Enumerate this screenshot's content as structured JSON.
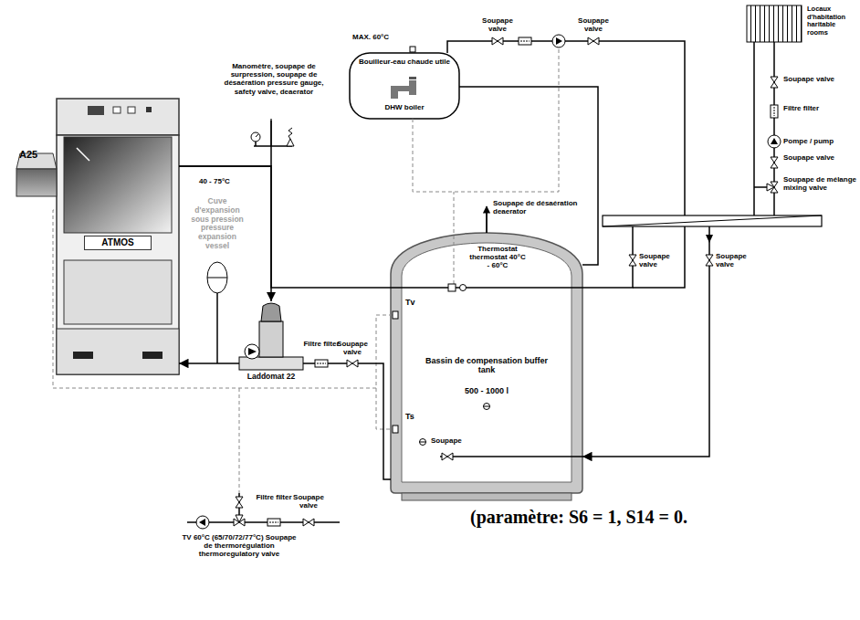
{
  "diagram": {
    "nodes": [
      {
        "text": [
          "ATMOS"
        ]
      },
      {
        "text": [
          "A25"
        ]
      },
      {
        "text": [
          "Bassin de compensation buffer tank",
          "500 - 1000 l"
        ]
      },
      {
        "text": [
          "Bouilleur-eau chaude utile",
          "DHW boiler"
        ]
      },
      {
        "text": [
          "Locaux d'habitation haritable rooms"
        ]
      },
      {
        "text": [
          "Laddomat 22"
        ]
      }
    ],
    "edges": [
      {
        "from": 0,
        "to": 5,
        "arrow": "to"
      },
      {
        "from": 0,
        "to": 2,
        "arrow": "none"
      },
      {
        "from": 5,
        "to": 0,
        "arrow": "to"
      },
      {
        "from": 2,
        "to": 5,
        "arrow": "none"
      },
      {
        "from": 2,
        "to": 4,
        "arrow": "none"
      },
      {
        "from": 4,
        "to": 2,
        "arrow": "to"
      },
      {
        "from": 3,
        "to": 2,
        "arrow": "none"
      }
    ],
    "labels": [
      "MAX. 60°C",
      "Soupape valve",
      "Soupape valve",
      "Soupape valve",
      "Filtre filter",
      "Pompe / pump",
      "Soupape valve",
      "Soupape de mélange mixing valve",
      "Manomètre, soupape de surpression, soupape de désaération pressure gauge, safety valve, deaerator",
      "Soupape de désaération deaerator",
      "Thermostat thermostat 40°C - 60°C",
      "Soupape valve",
      "Soupape valve",
      "Tv",
      "Ts",
      "40 - 75°C",
      "Cuve d'expansion sous pression pressure expansion vessel",
      "Filtre filter",
      "Soupape valve",
      "Filtre filter",
      "Soupape valve",
      "TV 60°C (65/70/72/77°C) Soupape de thermorégulation thermoregulatory valve",
      "(paramètre: S6 = 1, S14 = 0.",
      "Soupape"
    ]
  }
}
